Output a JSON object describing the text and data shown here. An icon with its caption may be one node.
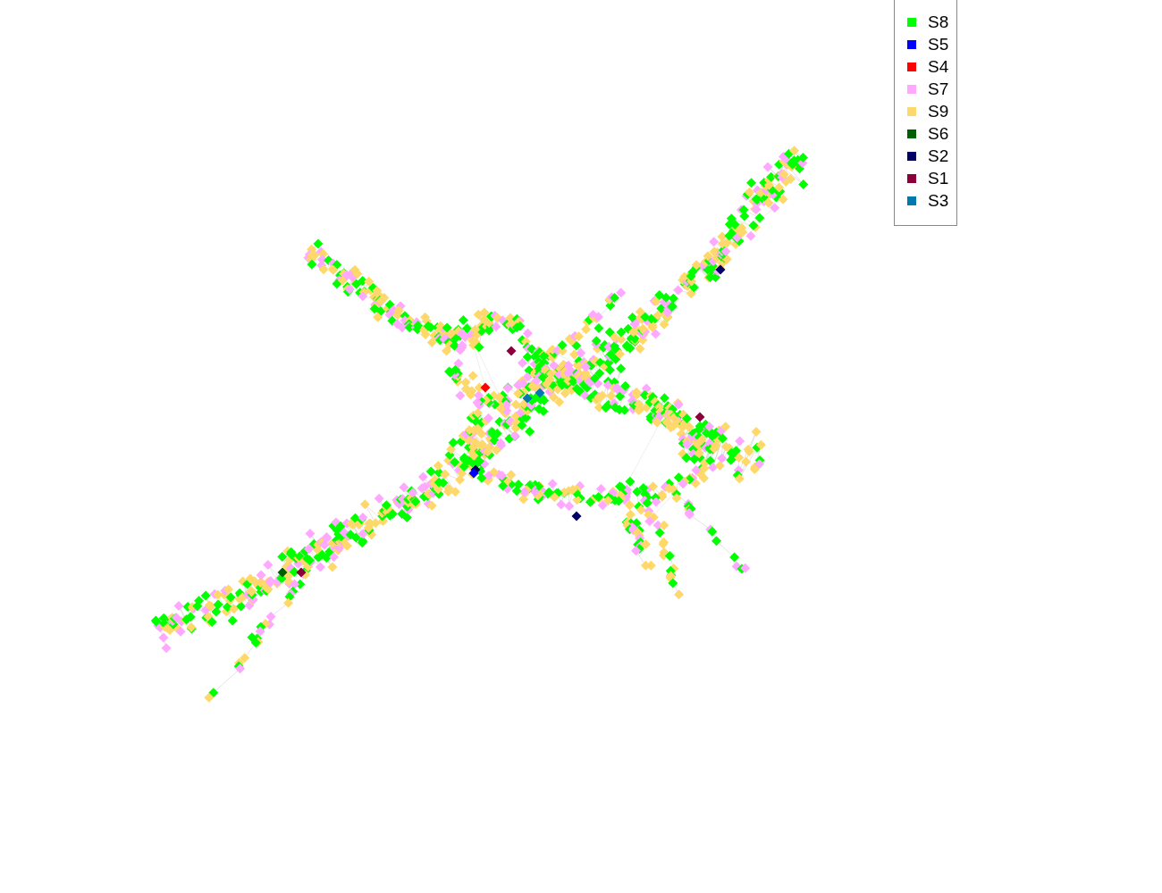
{
  "diagram": {
    "legend": [
      {
        "text": "S8",
        "color": "#00ff00"
      },
      {
        "text": "S5",
        "color": "#0000ff"
      },
      {
        "text": "S4",
        "color": "#ff0000"
      },
      {
        "text": "S7",
        "color": "#ffa8ff"
      },
      {
        "text": "S9",
        "color": "#ffd86b"
      },
      {
        "text": "S6",
        "color": "#006000"
      },
      {
        "text": "S2",
        "color": "#000066"
      },
      {
        "text": "S1",
        "color": "#8b003a"
      },
      {
        "text": "S3",
        "color": "#0078b0"
      }
    ]
  }
}
